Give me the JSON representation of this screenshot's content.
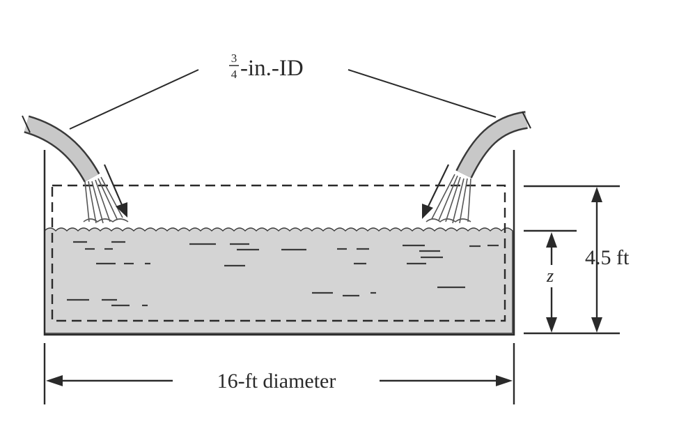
{
  "labels": {
    "hose_label": {
      "fraction_numerator": "3",
      "fraction_denominator": "4",
      "text": "-in.-ID"
    },
    "diameter": "16-ft diameter",
    "height": "4.5 ft",
    "level": "z"
  },
  "colors": {
    "water": "#d4d4d4",
    "line": "#2a2a2a",
    "hose": "#c8c8c8",
    "background": "#ffffff"
  }
}
